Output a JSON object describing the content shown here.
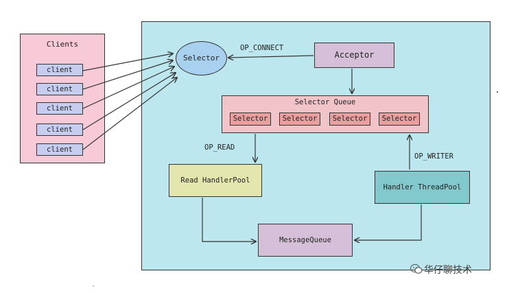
{
  "clients": {
    "title": "Clients",
    "items": [
      {
        "label": "client"
      },
      {
        "label": "client"
      },
      {
        "label": "client"
      },
      {
        "label": "client"
      },
      {
        "label": "client"
      }
    ]
  },
  "server": {
    "selector": "Selector",
    "acceptor": "Acceptor",
    "op_connect": "OP_CONNECT",
    "selector_queue": {
      "title": "Selector Queue",
      "items": [
        "Selector",
        "Selector",
        "Selector",
        "Selector"
      ]
    },
    "op_read": "OP_READ",
    "op_writer": "OP_WRITER",
    "read_handler_pool": "Read HandlerPool",
    "handler_thread_pool": "Handler ThreadPool",
    "message_queue": "MessageQueue"
  },
  "watermark": {
    "text": "华仔聊技术",
    "icon": "wechat-icon"
  }
}
